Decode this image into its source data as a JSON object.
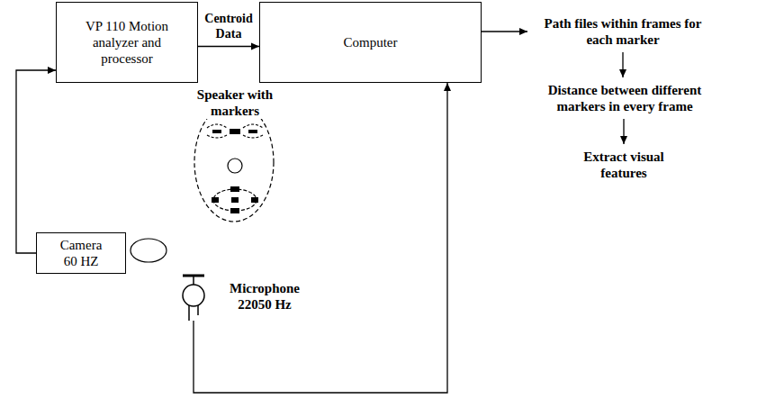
{
  "diagram": {
    "nodes": [
      {
        "text": [
          "VP 110 Motion analyzer and processor"
        ]
      },
      {
        "text": [
          "Computer"
        ]
      },
      {
        "text": [
          "Path files within frames for each marker"
        ]
      },
      {
        "text": [
          "Distance between different markers in every frame"
        ]
      },
      {
        "text": [
          "Extract visual features"
        ]
      },
      {
        "text": [
          "Camera 60 HZ"
        ]
      },
      {
        "text": [
          "Microphone 22050 Hz"
        ]
      }
    ],
    "edges": [
      {
        "from": 0,
        "to": 1,
        "label": "Centroid Data",
        "arrow": "to"
      },
      {
        "from": 1,
        "to": 2,
        "arrow": "to"
      },
      {
        "from": 2,
        "to": 3,
        "arrow": "to"
      },
      {
        "from": 3,
        "to": 4,
        "arrow": "to"
      },
      {
        "from": 5,
        "to": 0,
        "arrow": "to"
      },
      {
        "from": 6,
        "to": 1,
        "arrow": "to"
      }
    ],
    "labels": [
      "Speaker with markers"
    ]
  }
}
